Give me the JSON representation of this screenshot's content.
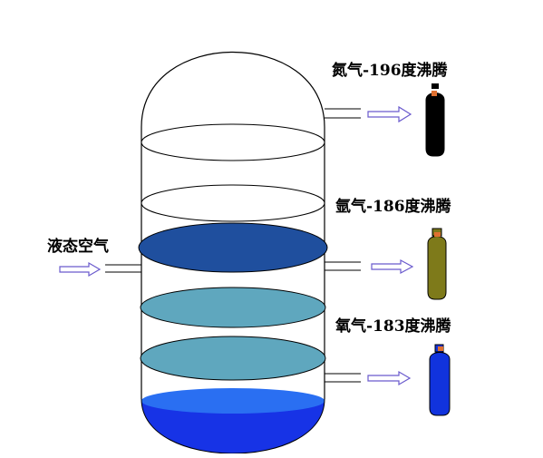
{
  "labels": {
    "input": "液态空气",
    "nitrogen": "氮气-196度沸腾",
    "argon": "氩气-186度沸腾",
    "oxygen": "氧气-183度沸腾"
  },
  "colors": {
    "outline": "#000000",
    "tray_empty": "#ffffff",
    "tray_dark_blue": "#1f4f9e",
    "tray_mid_blue": "#5fa7be",
    "liquid_blue": "#1733e6",
    "liquid_top": "#2a6ff2",
    "arrow": "#6a5acd",
    "nitrogen_cylinder": "#000000",
    "argon_cylinder": "#7e7a1a",
    "oxygen_cylinder": "#1133dd",
    "cap": "#e07030"
  }
}
